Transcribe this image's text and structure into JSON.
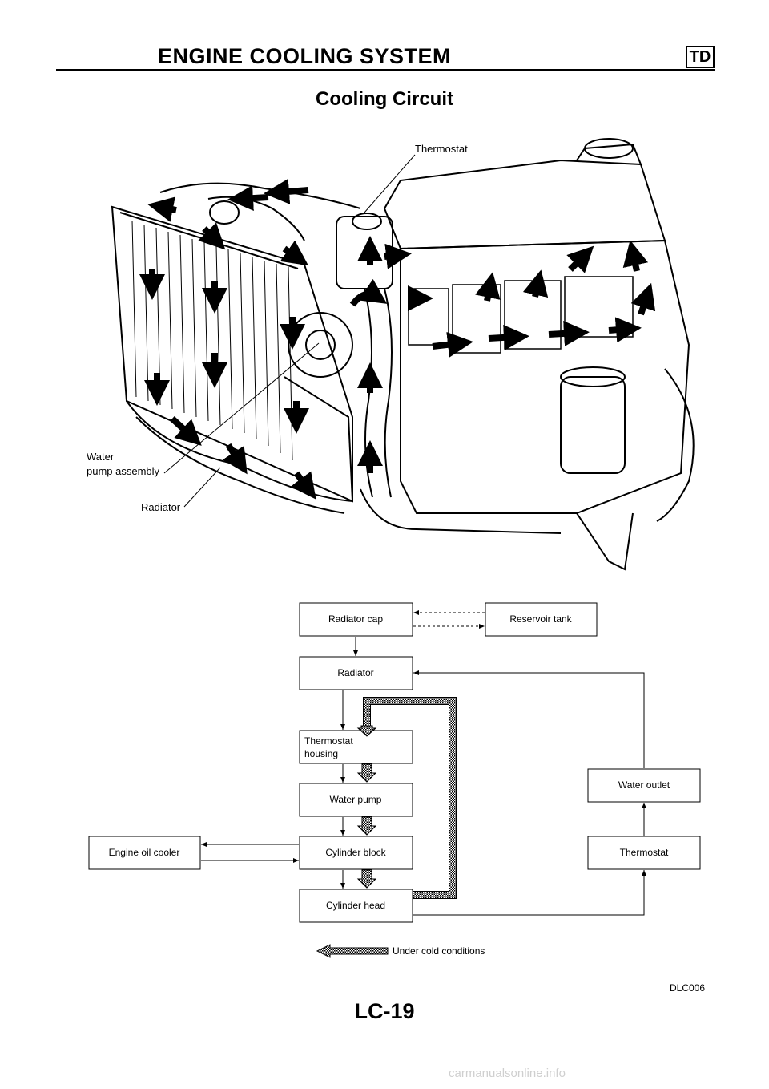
{
  "header": {
    "title": "ENGINE COOLING SYSTEM",
    "badge": "TD"
  },
  "section_title": "Cooling Circuit",
  "illustration": {
    "callouts": {
      "thermostat": "Thermostat",
      "water_pump_line1": "Water",
      "water_pump_line2": "pump assembly",
      "radiator": "Radiator"
    }
  },
  "flow": {
    "radiator_cap": "Radiator cap",
    "reservoir_tank": "Reservoir tank",
    "radiator": "Radiator",
    "thermostat_housing_line1": "Thermostat",
    "thermostat_housing_line2": "housing",
    "water_pump": "Water pump",
    "engine_oil_cooler": "Engine oil cooler",
    "cylinder_block": "Cylinder block",
    "cylinder_head": "Cylinder head",
    "water_outlet": "Water outlet",
    "thermostat": "Thermostat",
    "legend_label": "Under cold conditions"
  },
  "figure_code": "DLC006",
  "page_number": "LC-19",
  "footer": "carmanualsonline.info"
}
